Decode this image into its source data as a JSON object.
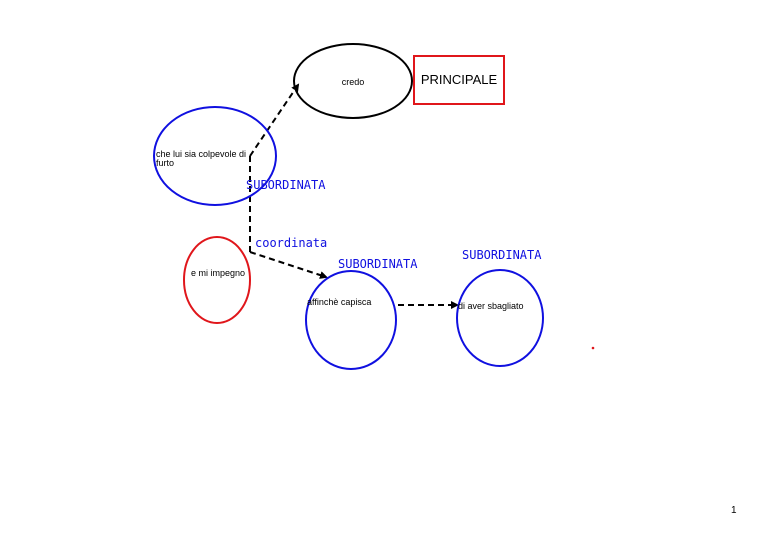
{
  "diagram": {
    "nodes": {
      "credo": {
        "text": "credo",
        "color": "#000000"
      },
      "principale": {
        "text": "PRINCIPALE",
        "color": "#e0161b"
      },
      "colpevole": {
        "line1": "che lui sia colpevole di",
        "line2": "furto",
        "color": "#1010e0"
      },
      "impegno": {
        "text": "e mi impegno",
        "color": "#e0161b"
      },
      "capisca": {
        "text": "affinchè capisca",
        "color": "#1010e0"
      },
      "sbagliato": {
        "text": "di aver sbagliato",
        "color": "#1010e0"
      }
    },
    "labels": {
      "subordinata_1": "SUBORDINATA",
      "coordinata": "coordinata",
      "subordinata_2": "SUBORDINATA",
      "subordinata_3": "SUBORDINATA"
    },
    "label_color": "#1010e0",
    "edge_color": "#000000",
    "dot_color": "#e0161b"
  },
  "footer": {
    "page_number": "1"
  }
}
